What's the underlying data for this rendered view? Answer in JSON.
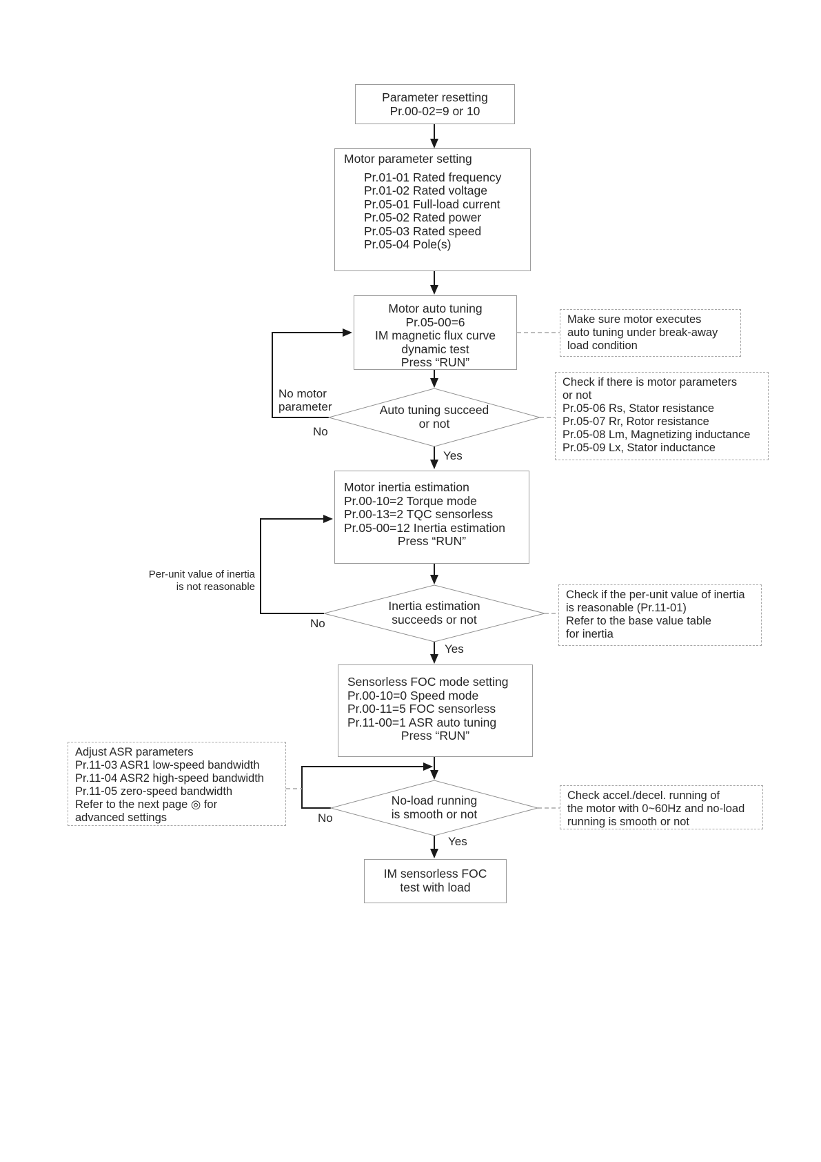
{
  "diagram": {
    "nodes": {
      "start": {
        "l1": "Parameter resetting",
        "l2": "Pr.00-02=9 or 10"
      },
      "motor_param": {
        "title": "Motor parameter setting",
        "items": [
          "Pr.01-01 Rated frequency",
          "Pr.01-02 Rated voltage",
          "Pr.05-01 Full-load current",
          "Pr.05-02 Rated power",
          "Pr.05-03 Rated speed",
          "Pr.05-04 Pole(s)"
        ]
      },
      "auto_tune": {
        "lines": [
          "Motor auto tuning",
          "Pr.05-00=6",
          "IM magnetic flux curve",
          "dynamic test",
          "Press “RUN”"
        ]
      },
      "inertia_est": {
        "lines": [
          "Motor inertia estimation",
          "Pr.00-10=2 Torque mode",
          "Pr.00-13=2 TQC sensorless",
          "Pr.05-00=12 Inertia estimation",
          "Press “RUN”"
        ]
      },
      "foc_mode": {
        "lines": [
          "Sensorless FOC mode setting",
          "Pr.00-10=0 Speed mode",
          "Pr.00-11=5 FOC sensorless",
          "Pr.11-00=1 ASR auto tuning",
          "Press “RUN”"
        ]
      },
      "final": {
        "l1": "IM sensorless FOC",
        "l2": "test with load"
      }
    },
    "decisions": {
      "auto_tune_ok": {
        "l1": "Auto tuning succeed",
        "l2": "or not"
      },
      "inertia_ok": {
        "l1": "Inertia estimation",
        "l2": "succeeds or not"
      },
      "no_load_ok": {
        "l1": "No-load running",
        "l2": "is smooth or not"
      }
    },
    "notes": {
      "break_away": {
        "lines": [
          "Make sure motor executes",
          "auto tuning under break-away",
          "load condition"
        ]
      },
      "motor_params": {
        "lines": [
          "Check if there is motor parameters",
          "or not",
          "Pr.05-06 Rs, Stator resistance",
          "Pr.05-07 Rr, Rotor resistance",
          "Pr.05-08 Lm, Magnetizing inductance",
          "Pr.05-09 Lx, Stator inductance"
        ]
      },
      "inertia_value": {
        "lines": [
          "Check if the per-unit value of inertia",
          "is reasonable (Pr.11-01)",
          "Refer to the base value table",
          "for inertia"
        ]
      },
      "accel_decel": {
        "lines": [
          "Check accel./decel. running of",
          "the motor with 0~60Hz and no-load",
          "running is smooth or not"
        ]
      },
      "adjust_asr": {
        "lines": [
          "Adjust ASR parameters",
          "Pr.11-03 ASR1 low-speed bandwidth",
          "Pr.11-04 ASR2 high-speed bandwidth",
          "Pr.11-05 zero-speed bandwidth",
          "Refer to the next page ◎ for",
          "advanced settings"
        ]
      }
    },
    "labels": {
      "yes": "Yes",
      "no": "No",
      "no_motor_l1": "No motor",
      "no_motor_l2": "parameter",
      "per_unit_l1": "Per-unit value of inertia",
      "per_unit_l2": "is not reasonable"
    },
    "colors": {
      "arrow": "#1a1a1a",
      "shape_stroke": "#8f8f8f",
      "dashed": "#a6a6a6",
      "text": "#262626"
    }
  }
}
